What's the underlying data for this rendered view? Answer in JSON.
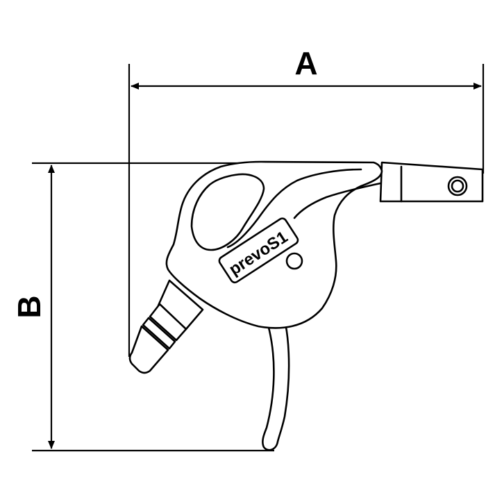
{
  "dimensions": {
    "width_label": "A",
    "height_label": "B"
  },
  "logo": {
    "text": "prevoS1"
  },
  "colors": {
    "stroke": "#000000",
    "fill": "#ffffff"
  }
}
